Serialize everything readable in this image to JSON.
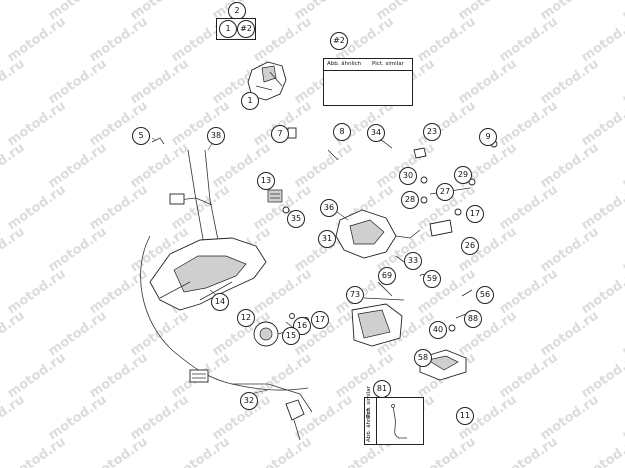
{
  "watermark_text": "motod.ru",
  "kit": {
    "title_number": "2",
    "contents": [
      "1",
      "#2"
    ]
  },
  "notes": {
    "similar_de": "Abb. ähnlich",
    "similar_en": "Pict. similar",
    "detail_2_number": "#2",
    "detail_81_number": "81"
  },
  "callouts": [
    "1",
    "5",
    "38",
    "7",
    "8",
    "34",
    "23",
    "9",
    "13",
    "35",
    "36",
    "30",
    "27",
    "29",
    "28",
    "17",
    "31",
    "26",
    "33",
    "69",
    "59",
    "73",
    "56",
    "14",
    "12",
    "16",
    "17",
    "15",
    "88",
    "40",
    "58",
    "32",
    "11"
  ]
}
